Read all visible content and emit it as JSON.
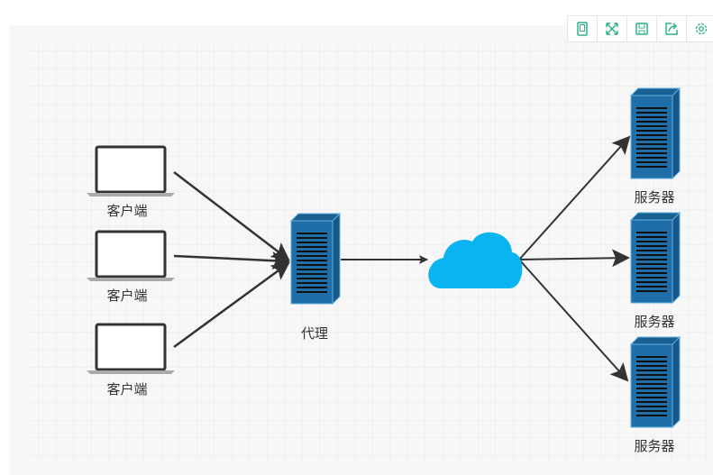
{
  "toolbar": [
    {
      "icon": "tablet-icon"
    },
    {
      "icon": "fullscreen-icon"
    },
    {
      "icon": "save-icon"
    },
    {
      "icon": "share-icon"
    },
    {
      "icon": "settings-icon"
    }
  ],
  "accent": "#2fb380",
  "diagram": {
    "clients": [
      "客户端",
      "客户端",
      "客户端"
    ],
    "proxy": "代理",
    "servers": [
      "服务器",
      "服务器",
      "服务器"
    ],
    "colors": {
      "server": "#1f6ea8",
      "cloud": "#0ab4f0",
      "arrow": "#333333"
    }
  }
}
